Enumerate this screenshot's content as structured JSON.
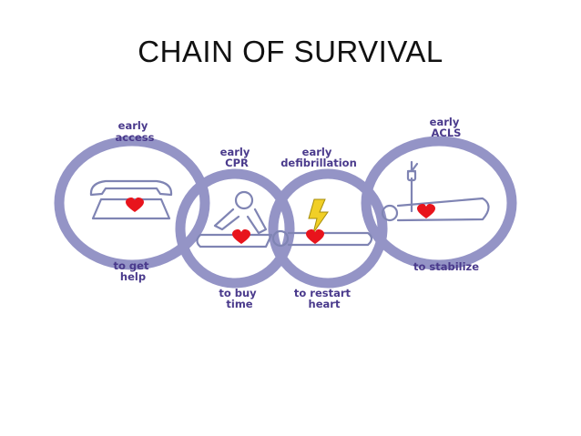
{
  "slide": {
    "title": "CHAIN OF SURVIVAL"
  },
  "colors": {
    "ring": "#9494c6",
    "ring_fill": "#ffffff",
    "label": "#4a3a8c",
    "heart": "#e8141c",
    "figure_stroke": "#7f84b3",
    "bolt": "#f1cf26"
  },
  "links": [
    {
      "top_label": [
        "early",
        "access"
      ],
      "bottom_label": [
        "to get",
        "help"
      ],
      "icon": "telephone-icon"
    },
    {
      "top_label": [
        "early",
        "CPR"
      ],
      "bottom_label": [
        "to buy",
        "time"
      ],
      "icon": "cpr-rescuer-icon"
    },
    {
      "top_label": [
        "early",
        "defibrillation"
      ],
      "bottom_label": [
        "to restart",
        "heart"
      ],
      "icon": "lightning-bolt-icon"
    },
    {
      "top_label": [
        "early",
        "ACLS"
      ],
      "bottom_label": [
        "to stabilize"
      ],
      "icon": "iv-drip-icon"
    }
  ]
}
